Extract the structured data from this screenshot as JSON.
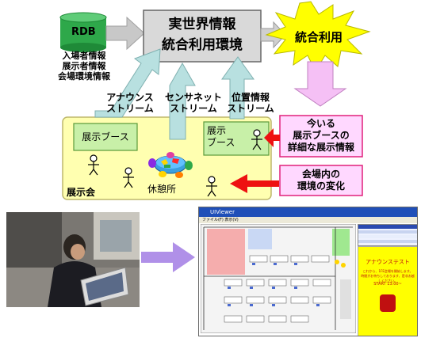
{
  "diagram": {
    "rdb_label": "RDB",
    "rdb_info": [
      "入場者情報",
      "展示者情報",
      "会場環境情報"
    ],
    "center_title_line1": "実世界情報",
    "center_title_line2": "統合利用環境",
    "starburst_label": "統合利用",
    "streams": [
      {
        "line1": "アナウンス",
        "line2": "ストリーム"
      },
      {
        "line1": "センサネット",
        "line2": "ストリーム"
      },
      {
        "line1": "位置情報",
        "line2": "ストリーム"
      }
    ],
    "booth_left_label": "展示ブース",
    "booth_right_line1": "展示",
    "booth_right_line2": "ブース",
    "rest_area_label": "休憩所",
    "exhibition_label": "展示会",
    "info_box_1": [
      "今いる",
      "展示ブースの",
      "詳細な展示情報"
    ],
    "info_box_2": [
      "会場内の",
      "環境の変化"
    ]
  },
  "screenshot": {
    "window_title": "UIViewer",
    "menu": "ファイル(F)   表示(V)",
    "announce_title": "アナウンステスト",
    "announce_body_1": "これから、1FE会場を開始します。",
    "announce_body_2": "時間がお待ちしております、是非お越しください。",
    "announce_start": "START 13:00~"
  },
  "colors": {
    "rdb": "#2ea84a",
    "center_box": "#d9d9d9",
    "starburst": "#ffff00",
    "stream_arrow": "#b8e0e0",
    "exhibition_area": "#ffffb0",
    "booth": "#c8f0a8",
    "info_box_fill": "#ffd8ff",
    "info_box_border": "#e0207a",
    "red_arrow": "#ee1111",
    "pink_arrow": "#f5c0f5",
    "purple_arrow": "#b090e8",
    "announce_panel": "#ffff00"
  }
}
